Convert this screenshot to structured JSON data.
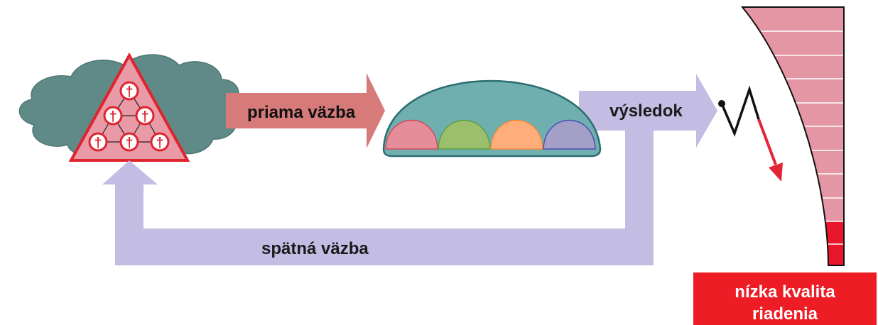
{
  "labels": {
    "forward": "priama väzba",
    "result": "výsledok",
    "feedback": "spätná väzba",
    "outcome_line1": "nízka kvalita",
    "outcome_line2": "riadenia"
  },
  "icons": {
    "cross": "†",
    "cloud": "cloud-icon",
    "triangle": "hierarchy-triangle-icon",
    "dome": "dome-process-icon",
    "zigzag": "zigzag-trend-icon",
    "arrow_down": "red-arrow-icon",
    "scale": "quality-scale-icon"
  },
  "quality_scale": {
    "segments_total": 11,
    "segments_low": 2
  },
  "colors": {
    "cloud": "#5f8a87",
    "triangle_fill": "#e89aa7",
    "triangle_stroke": "#e0242f",
    "forward_arrow": "#d77a7a",
    "dome": "#6fafb0",
    "dome_stroke": "#2c6e70",
    "bump_red": "#e58e9a",
    "bump_green": "#9bbf6d",
    "bump_orange": "#ffad7a",
    "bump_purple": "#a39fc6",
    "feedback_arrow": "#c4bde3",
    "scale_pink": "#e596a4",
    "scale_red": "#e8152b",
    "outcome_box": "#ee1c25",
    "outcome_text": "#ffffff",
    "trend_arrow": "#e32636"
  }
}
